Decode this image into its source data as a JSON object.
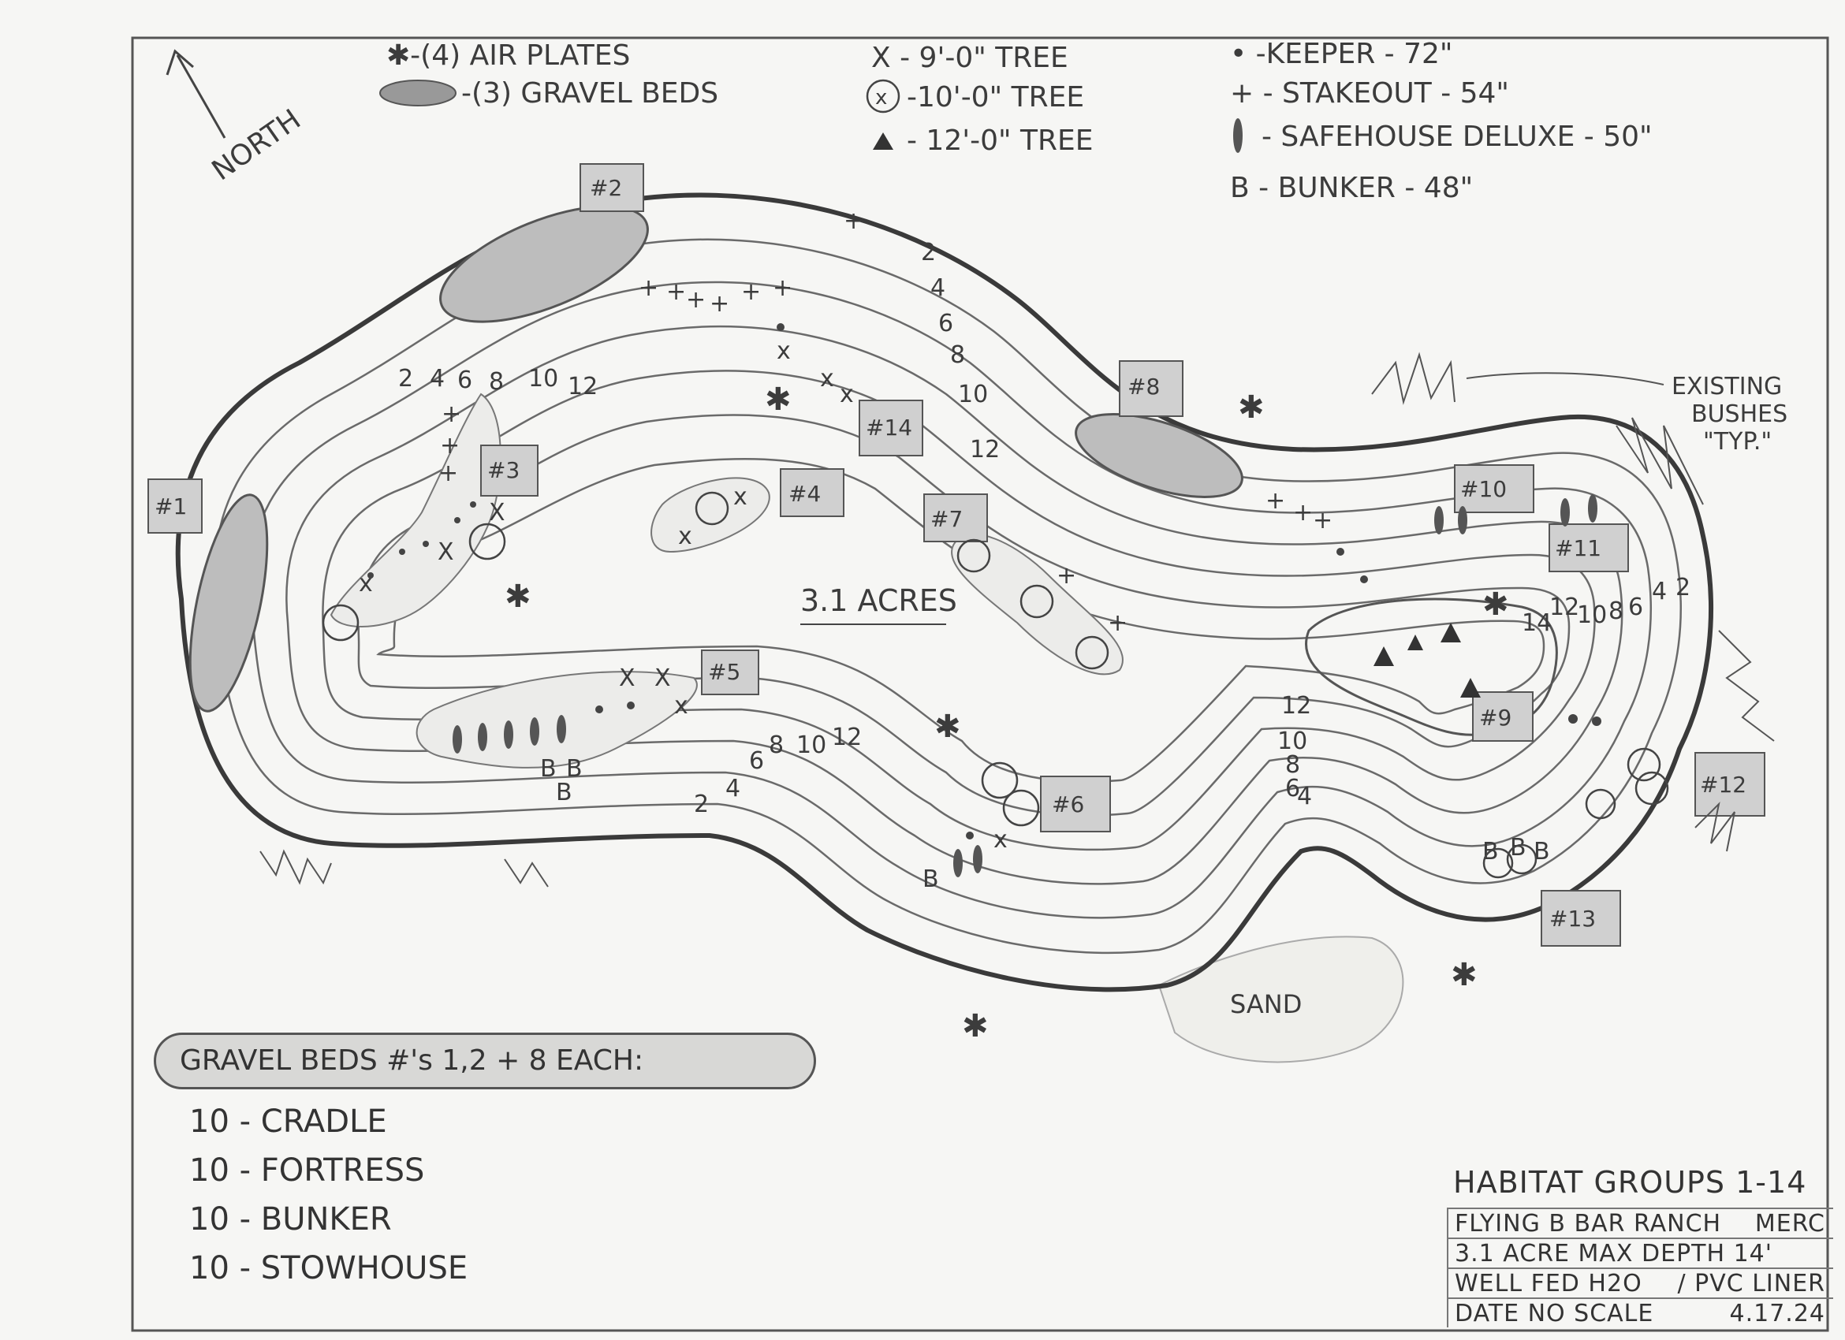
{
  "legend": {
    "air_plates": "✱-(4) AIR PLATES",
    "gravel_beds": "-(3) GRAVEL BEDS",
    "tree_9": "X - 9'-0\" TREE",
    "tree_10": "-10'-0\" TREE",
    "tree_12": "- 12'-0\" TREE",
    "keeper": "• -KEEPER - 72\"",
    "stakeout": "+ - STAKEOUT - 54\"",
    "safehouse": "- SAFEHOUSE DELUXE - 50\"",
    "bunker": "B - BUNKER - 48\""
  },
  "north_label": "NORTH",
  "acreage_label": "3.1 ACRES",
  "existing_bushes": [
    "EXISTING",
    "BUSHES",
    "\"TYP.\""
  ],
  "sand_label": "SAND",
  "habitat_groups": [
    "#1",
    "#2",
    "#3",
    "#4",
    "#5",
    "#6",
    "#7",
    "#8",
    "#9",
    "#10",
    "#11",
    "#12",
    "#13",
    "#14"
  ],
  "contour_labels": {
    "top_left": [
      "2",
      "4",
      "6",
      "8",
      "10",
      "12"
    ],
    "top_center": [
      "2",
      "4",
      "6",
      "8",
      "10",
      "12"
    ],
    "right": [
      "14",
      "12",
      "10",
      "8",
      "6",
      "4",
      "2"
    ],
    "bottom_center": [
      "2",
      "4",
      "6",
      "8",
      "10",
      "12"
    ],
    "bottom_right": [
      "12",
      "10",
      "8",
      "6",
      "4"
    ]
  },
  "bottom_legend": {
    "header": "GRAVEL BEDS #'s 1,2 + 8 EACH:",
    "items": [
      "10 - CRADLE",
      "10 - FORTRESS",
      "10 - BUNKER",
      "10 - STOWHOUSE"
    ]
  },
  "title_block": {
    "heading": "HABITAT GROUPS 1-14",
    "line1_left": "FLYING B BAR RANCH",
    "line1_right": "MERC",
    "line2": "3.1 ACRE  MAX DEPTH 14'",
    "line3_left": "WELL FED H2O",
    "line3_right": "/ PVC LINER",
    "line4_left": "DATE  NO SCALE",
    "line4_right": "4.17.24"
  }
}
